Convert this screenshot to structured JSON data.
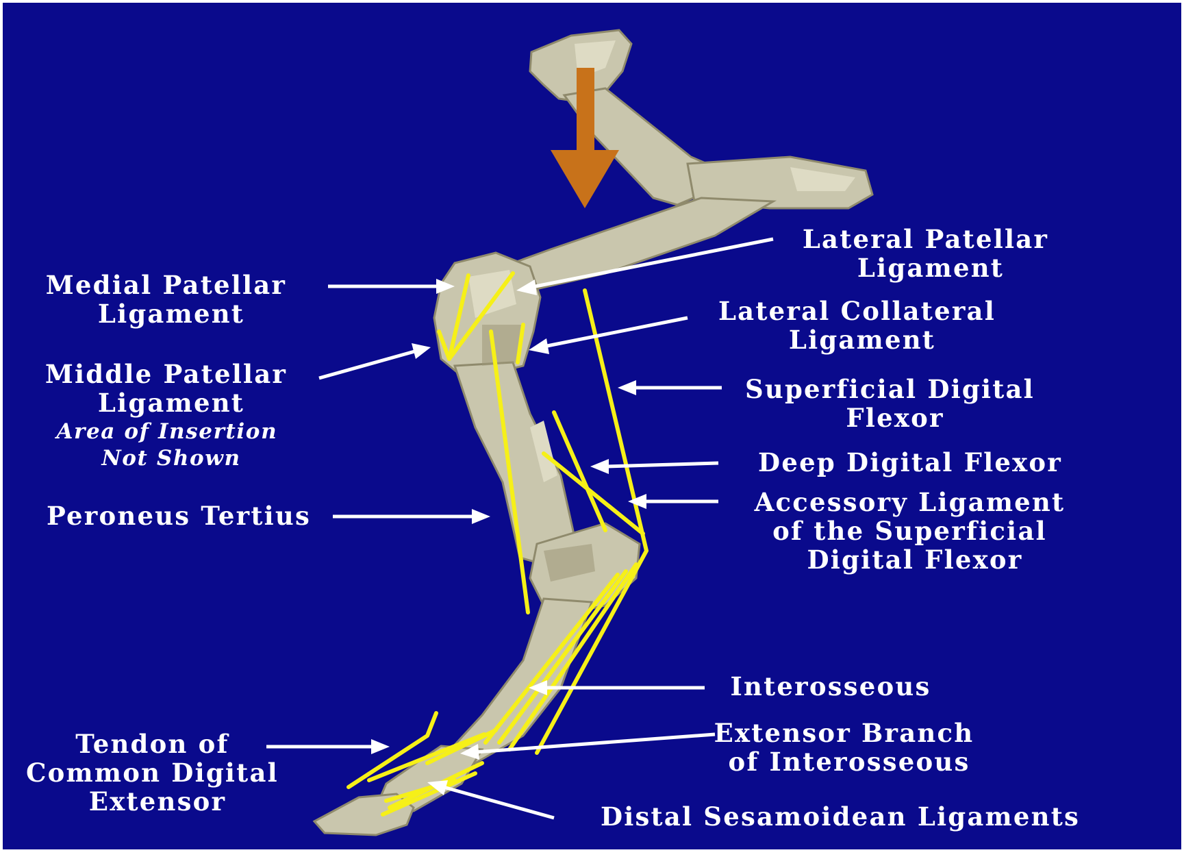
{
  "colors": {
    "background": "#0a0a8c",
    "ligament": "#f6f018",
    "bone": "#c9c6ad",
    "force_arrow": "#c8721a",
    "label_text": "#ffffff"
  },
  "force_arrow_icon": "down-arrow-icon",
  "labels": {
    "medial_patellar": [
      "Medial Patellar",
      "Ligament"
    ],
    "middle_patellar": [
      "Middle Patellar",
      "Ligament"
    ],
    "middle_patellar_note": [
      "Area of Insertion",
      "Not Shown"
    ],
    "peroneus_tertius": [
      "Peroneus Tertius"
    ],
    "tendon_common_digital_extensor": [
      "Tendon of",
      "Common Digital",
      "Extensor"
    ],
    "lateral_patellar": [
      "Lateral Patellar",
      "Ligament"
    ],
    "lateral_collateral": [
      "Lateral Collateral",
      "Ligament"
    ],
    "superficial_digital_flexor": [
      "Superficial Digital",
      "Flexor"
    ],
    "deep_digital_flexor": [
      "Deep Digital Flexor"
    ],
    "accessory_ligament": [
      "Accessory Ligament",
      "of the Superficial",
      "Digital Flexor"
    ],
    "interosseous": [
      "Interosseous"
    ],
    "extensor_branch": [
      "Extensor Branch",
      "of Interosseous"
    ],
    "distal_sesamoidean": [
      "Distal Sesamoidean Ligaments"
    ]
  }
}
